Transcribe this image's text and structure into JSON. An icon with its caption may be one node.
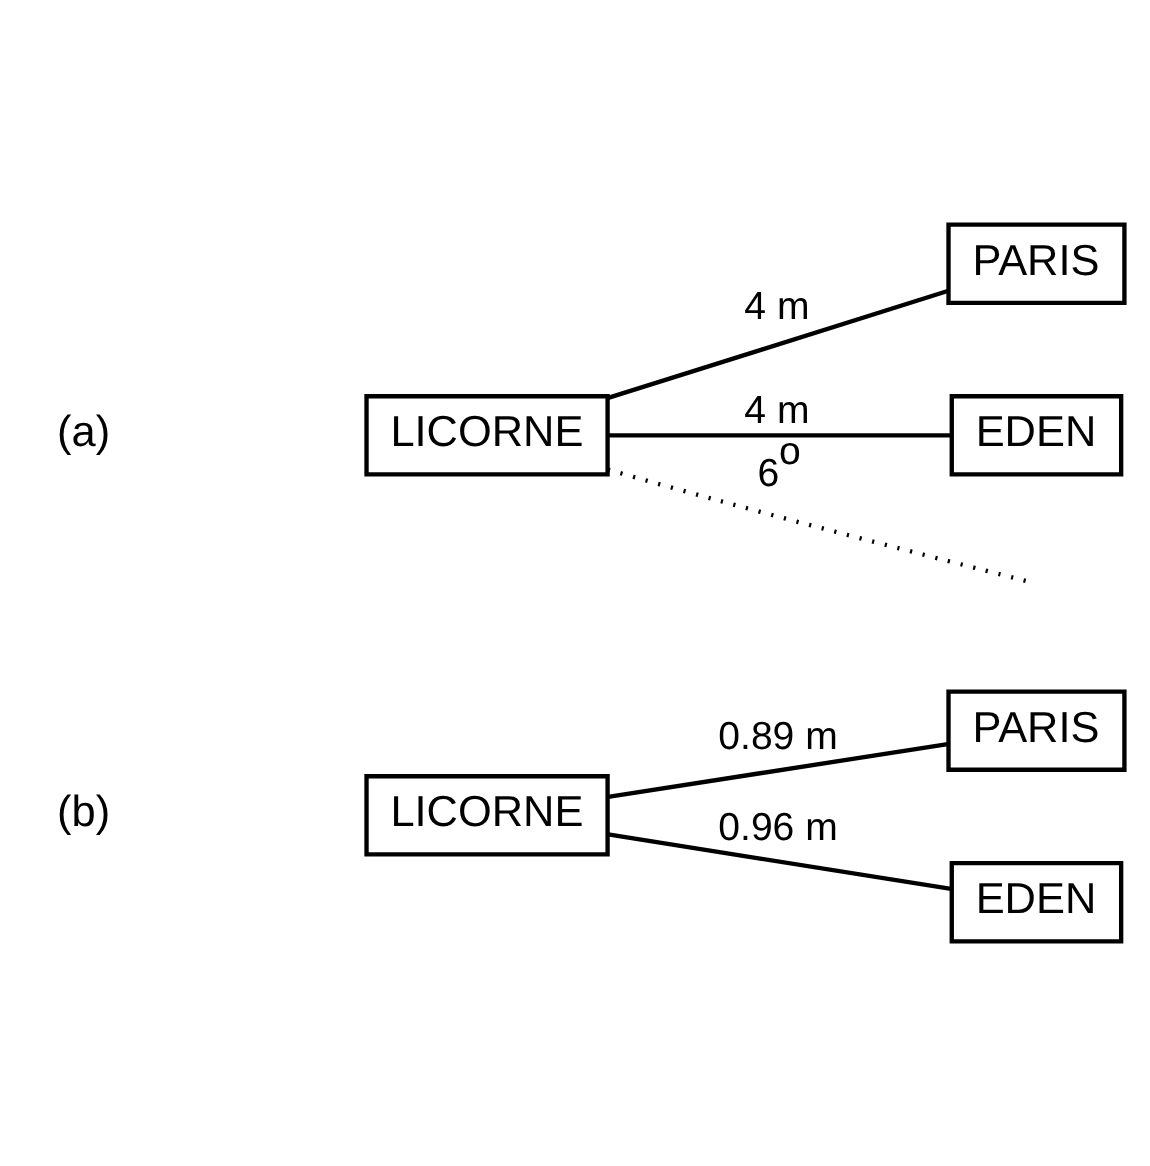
{
  "diagram": {
    "nodes": [
      {
        "text": [
          "LICORNE"
        ]
      },
      {
        "text": [
          "PARIS"
        ]
      },
      {
        "text": [
          "EDEN"
        ]
      },
      {
        "text": [
          "LICORNE"
        ]
      },
      {
        "text": [
          "PARIS"
        ]
      },
      {
        "text": [
          "EDEN"
        ]
      }
    ],
    "edges": [
      {
        "from": 0,
        "to": 1,
        "arrow": "none",
        "label": "4 m"
      },
      {
        "from": 0,
        "to": null,
        "arrow": "none",
        "style": "dashed",
        "label": "6$^{o}$"
      },
      {
        "from": 0,
        "to": 2,
        "arrow": "none",
        "label": "4 m"
      },
      {
        "from": 3,
        "to": 4,
        "arrow": "none",
        "label": "0.89 m"
      },
      {
        "from": 3,
        "to": 5,
        "arrow": "none",
        "label": "0.96 m"
      }
    ],
    "labels": [
      "(a)",
      "(b)"
    ]
  }
}
